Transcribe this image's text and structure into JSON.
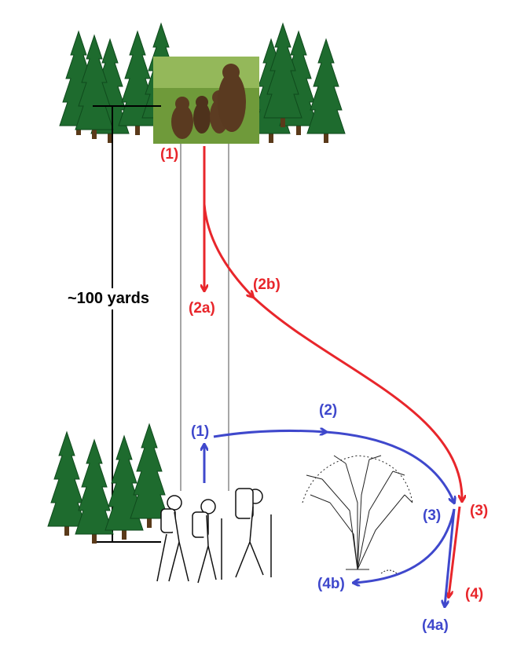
{
  "distance_label": "~100 yards",
  "bear_labels": {
    "start": "(1)",
    "option_a": "(2a)",
    "option_b": "(2b)",
    "step3": "(3)",
    "step4": "(4)"
  },
  "hiker_labels": {
    "start": "(1)",
    "step2": "(2)",
    "step3": "(3)",
    "option_a": "(4a)",
    "option_b": "(4b)"
  },
  "colors": {
    "bear_path": "#e8262b",
    "hiker_path": "#3f48cc",
    "tree": "#1e6b2e"
  }
}
